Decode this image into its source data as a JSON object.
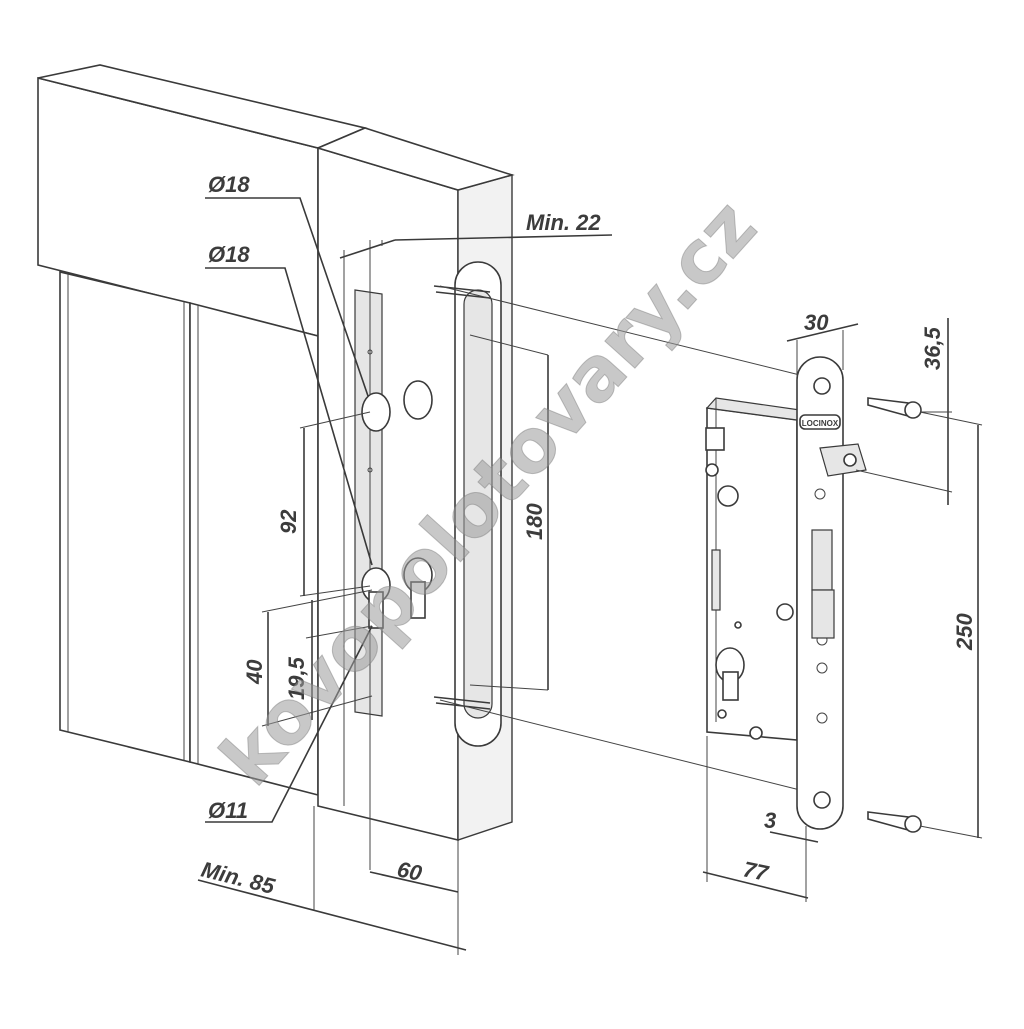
{
  "labels": {
    "dia18_top": "Ø18",
    "dia18_mid": "Ø18",
    "dia11": "Ø11",
    "min22": "Min. 22",
    "min85": "Min. 85",
    "d92": "92",
    "d40": "40",
    "d19_5": "19,5",
    "d180": "180",
    "d60": "60",
    "d30": "30",
    "d36_5": "36,5",
    "d250": "250",
    "d3": "3",
    "d77": "77",
    "brand": "LOCINOX"
  },
  "watermark": "kovopolotovary.cz",
  "colors": {
    "line": "#3a3a3a",
    "watermark": "#9a9a9a"
  }
}
